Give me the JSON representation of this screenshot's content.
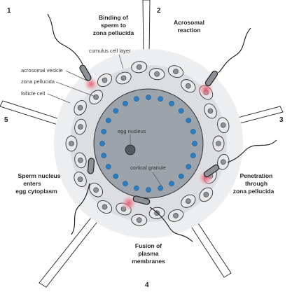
{
  "steps": [
    {
      "number": "1",
      "title_lines": [
        "Binding of",
        "sperm to",
        "zona pellucida"
      ]
    },
    {
      "number": "2",
      "title_lines": [
        "Acrosomal",
        "reaction"
      ]
    },
    {
      "number": "3",
      "title_lines": [
        "Penetration",
        "through",
        "zona pellucida"
      ]
    },
    {
      "number": "4",
      "title_lines": [
        "Fusion of",
        "plasma",
        "membranes"
      ]
    },
    {
      "number": "5",
      "title_lines": [
        "Sperm nucleus",
        "enters",
        "egg cytoplasm"
      ]
    }
  ],
  "labels": {
    "cumulus": "cumulus cell layer",
    "acrosomal_vesicle": "acrosomal vesicle",
    "zona_pellucida": "zona pellucida",
    "follicle_cell": "follicle cell",
    "egg_nucleus": "egg nucleus",
    "cortical_granule": "cortical granule"
  },
  "colors": {
    "egg": "#9da3ab",
    "zona": "#dcdee1",
    "cumulus_cell": "#e6e8ea",
    "cell_nucleus": "#8d9095",
    "granule": "#2a7fc4",
    "acrosome_glow": "#e88a9a",
    "outline": "#333333"
  }
}
